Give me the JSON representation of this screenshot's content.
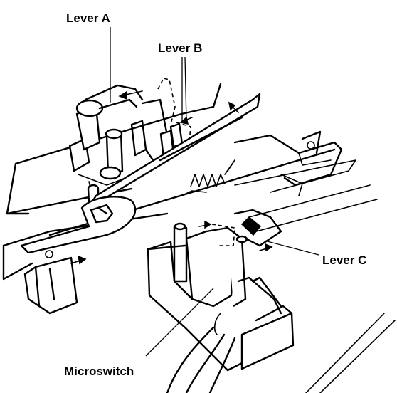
{
  "labels": {
    "lever_a": "Lever A",
    "lever_b": "Lever B",
    "lever_c": "Lever C",
    "microswitch": "Microswitch"
  },
  "colors": {
    "ink": "#000000",
    "paper": "#ffffff"
  }
}
